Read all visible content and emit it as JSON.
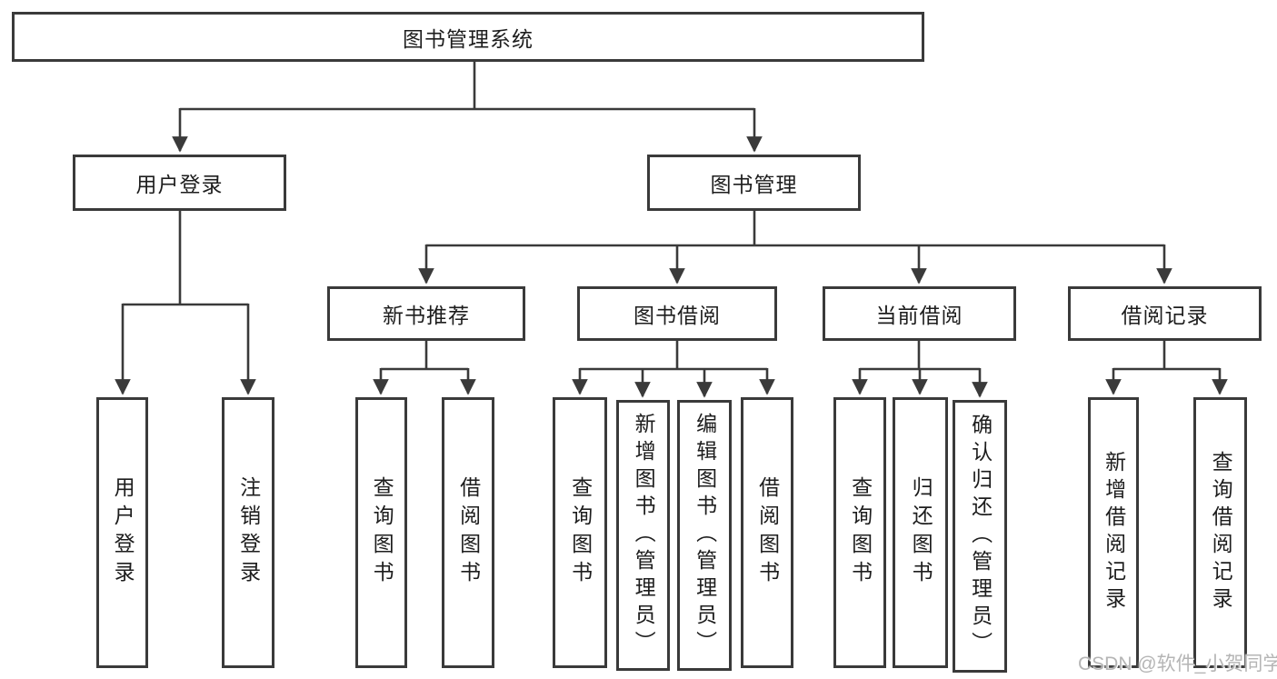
{
  "diagram": {
    "root": {
      "label": "图书管理系统"
    },
    "level2": {
      "user_login": {
        "label": "用户登录"
      },
      "book_mgmt": {
        "label": "图书管理"
      }
    },
    "level3": {
      "new_book_rec": {
        "label": "新书推荐"
      },
      "book_borrow": {
        "label": "图书借阅"
      },
      "current_borrow": {
        "label": "当前借阅"
      },
      "borrow_records": {
        "label": "借阅记录"
      }
    },
    "leaves": {
      "login": {
        "label": "用户登录"
      },
      "logout": {
        "label": "注销登录"
      },
      "rec_query_books": {
        "label": "查询图书"
      },
      "rec_borrow_books": {
        "label": "借阅图书"
      },
      "bb_query_books": {
        "label": "查询图书"
      },
      "bb_add_books": {
        "label": "新增图书（管理员）"
      },
      "bb_edit_books": {
        "label": "编辑图书（管理员）"
      },
      "bb_borrow_books": {
        "label": "借阅图书"
      },
      "cb_query_books": {
        "label": "查询图书"
      },
      "cb_return_books": {
        "label": "归还图书"
      },
      "cb_confirm_return": {
        "label": "确认归还（管理员）"
      },
      "br_add_record": {
        "label": "新增借阅记录"
      },
      "br_query_record": {
        "label": "查询借阅记录"
      }
    }
  },
  "watermark": {
    "text": "CSDN @软件_小贺同学"
  },
  "colors": {
    "line": "#3a3a3a",
    "text": "#1d1d1d",
    "box_background": "#ffffff",
    "watermark_text": "#b5b5b5",
    "page_background": "#ffffff"
  }
}
